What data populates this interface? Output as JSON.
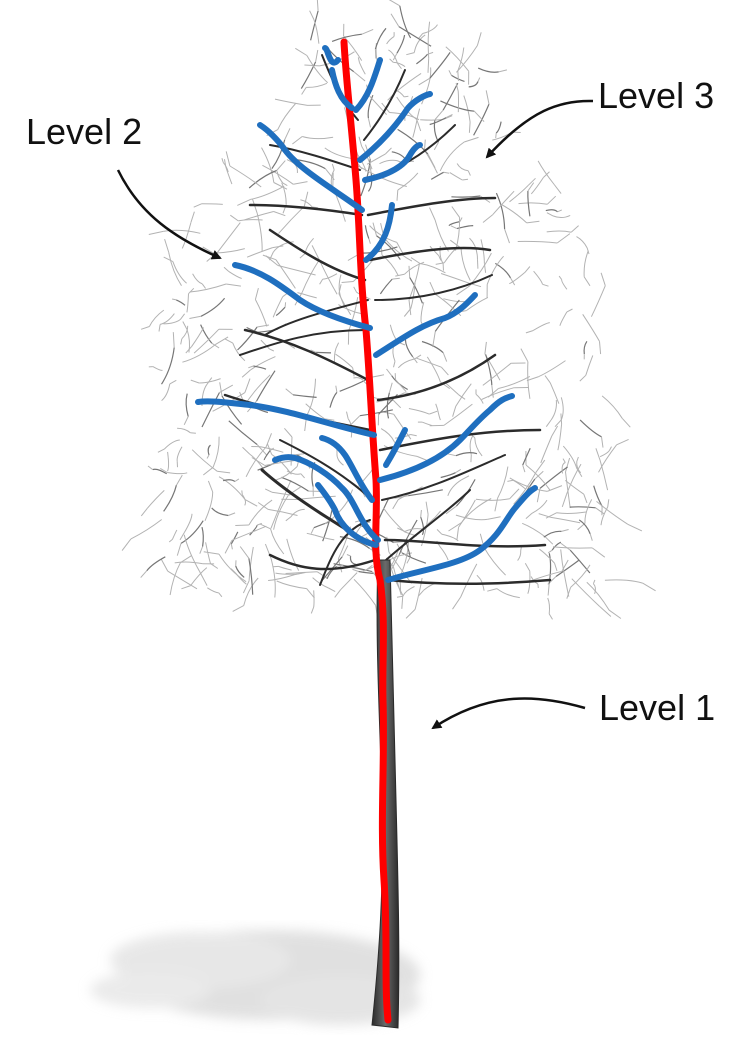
{
  "labels": {
    "level_1": "Level 1",
    "level_2": "Level 2",
    "level_3": "Level 3"
  },
  "colors": {
    "trunk": "#3a3a3a",
    "level_1_highlight": "#ff0000",
    "level_2_highlight": "#1f6fbf",
    "branches": "#2b2b2b",
    "twigs": "#9a9a9a",
    "shadow": "#cfcfcf",
    "arrow": "#111111"
  }
}
